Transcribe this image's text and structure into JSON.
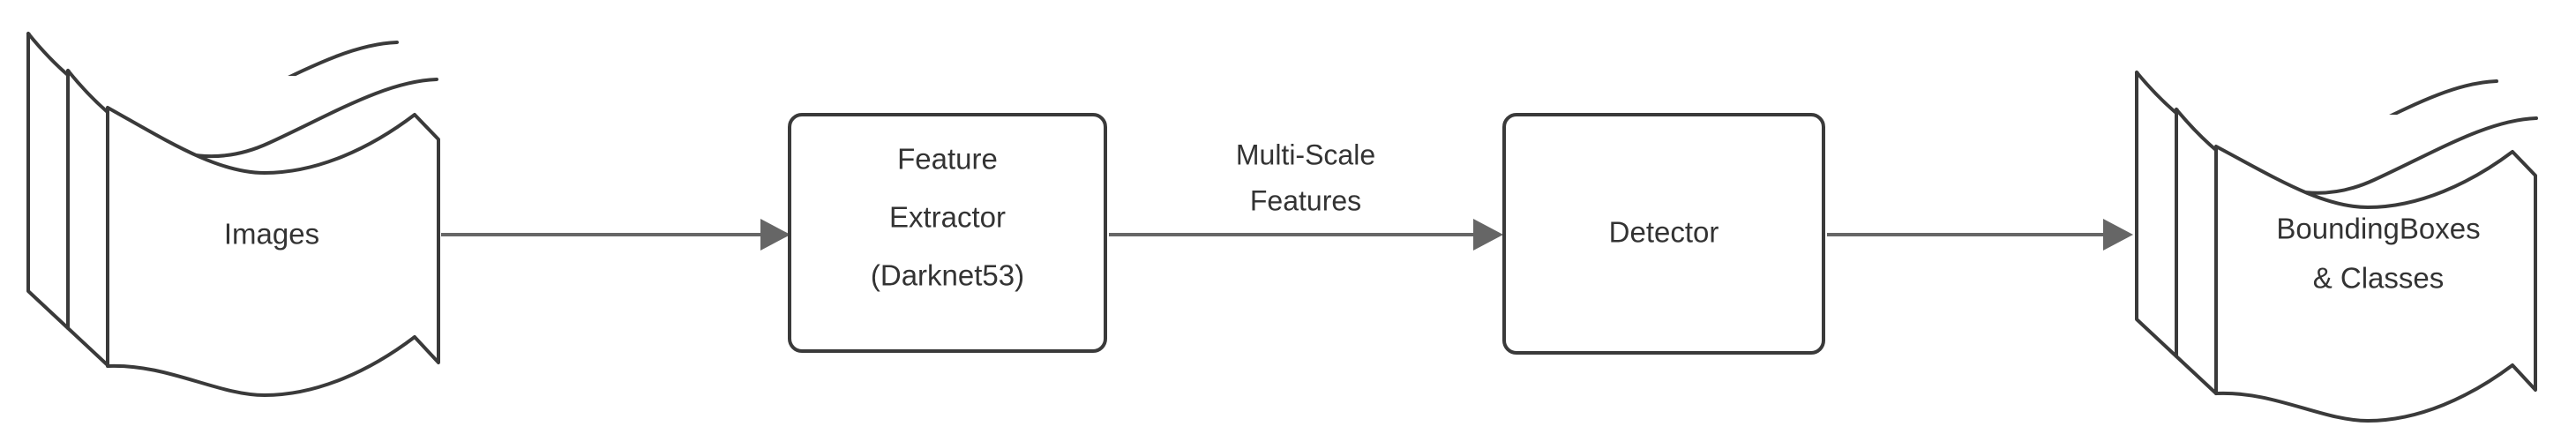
{
  "diagram": {
    "type": "flowchart",
    "orientation": "left-to-right",
    "background_color": "#ffffff",
    "shape_stroke_color": "#3a3a3a",
    "connector_color": "#666666",
    "text_color": "#333333",
    "nodes": [
      {
        "id": "images",
        "shape": "multi-document-stack",
        "layers": 3,
        "label_lines": [
          "Images"
        ]
      },
      {
        "id": "feature-extractor",
        "shape": "rounded-rectangle",
        "label_lines": [
          "Feature",
          "Extractor",
          "(Darknet53)"
        ]
      },
      {
        "id": "detector",
        "shape": "rounded-rectangle",
        "label_lines": [
          "Detector"
        ]
      },
      {
        "id": "outputs",
        "shape": "multi-document-stack",
        "layers": 3,
        "label_lines": [
          "BoundingBoxes",
          "& Classes"
        ]
      }
    ],
    "edges": [
      {
        "id": "e1",
        "from": "images",
        "to": "feature-extractor",
        "label_lines": []
      },
      {
        "id": "e2",
        "from": "feature-extractor",
        "to": "detector",
        "label_lines": [
          "Multi-Scale",
          "Features"
        ]
      },
      {
        "id": "e3",
        "from": "detector",
        "to": "outputs",
        "label_lines": []
      }
    ]
  },
  "labels": {
    "images": "Images",
    "feature_extractor_line1": "Feature",
    "feature_extractor_line2": "Extractor",
    "feature_extractor_line3": "(Darknet53)",
    "detector": "Detector",
    "multi_scale_line1": "Multi-Scale",
    "multi_scale_line2": "Features",
    "outputs_line1": "BoundingBoxes",
    "outputs_line2": "& Classes"
  }
}
